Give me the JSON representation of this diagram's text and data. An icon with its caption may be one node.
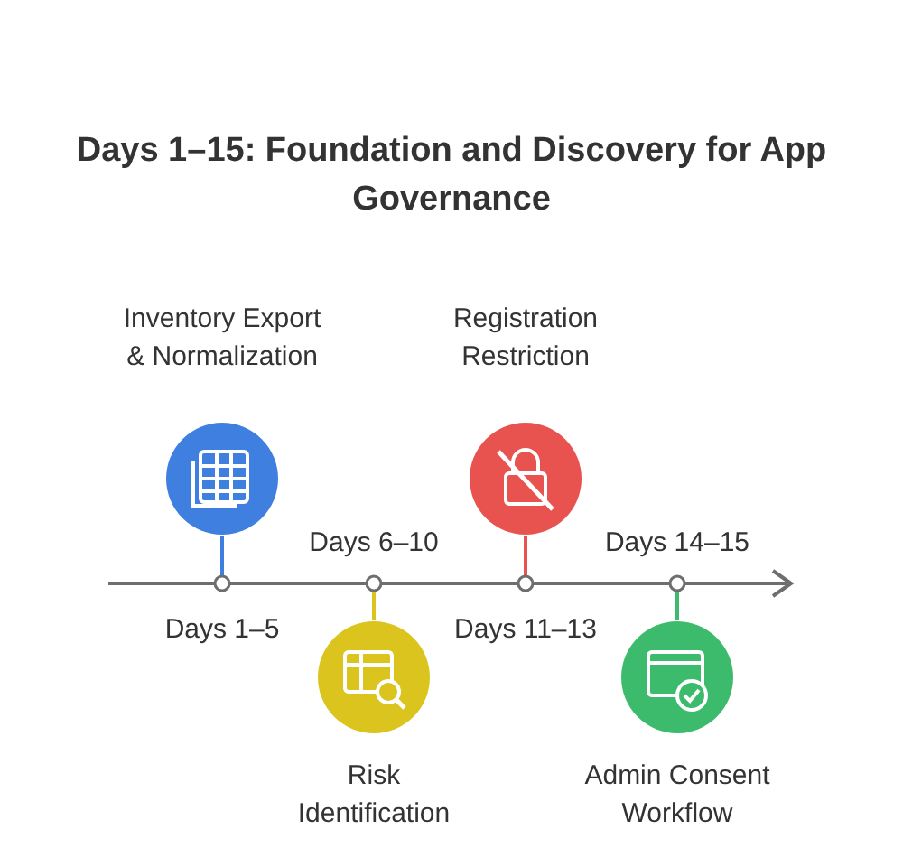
{
  "diagram": {
    "title": "Days 1–15: Foundation and Discovery for App Governance",
    "nodes": [
      {
        "text": [
          "Inventory Export & Normalization"
        ]
      },
      {
        "text": [
          "Risk Identification"
        ]
      },
      {
        "text": [
          "Registration Restriction"
        ]
      },
      {
        "text": [
          "Admin Consent Workflow"
        ]
      }
    ],
    "labels": [
      "Days 6–10",
      "Days 14–15",
      "Days 1–5",
      "Days 11–13"
    ]
  }
}
